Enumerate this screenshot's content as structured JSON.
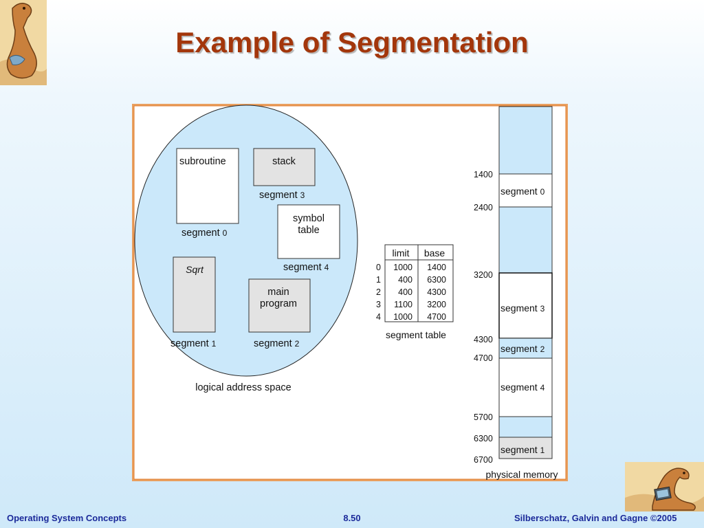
{
  "slide": {
    "title": "Example of Segmentation"
  },
  "logical": {
    "caption": "logical address space",
    "blocks": {
      "subroutine": {
        "name": "subroutine",
        "label": "segment",
        "num": "0"
      },
      "stack": {
        "name": "stack",
        "label": "segment",
        "num": "3"
      },
      "symbol": {
        "name1": "symbol",
        "name2": "table",
        "label": "segment",
        "num": "4"
      },
      "sqrt": {
        "name": "Sqrt",
        "label": "segment",
        "num": "1"
      },
      "main": {
        "name1": "main",
        "name2": "program",
        "label": "segment",
        "num": "2"
      }
    }
  },
  "segment_table": {
    "caption": "segment table",
    "headers": [
      "limit",
      "base"
    ],
    "rows": [
      {
        "index": "0",
        "limit": "1000",
        "base": "1400"
      },
      {
        "index": "1",
        "limit": "400",
        "base": "6300"
      },
      {
        "index": "2",
        "limit": "400",
        "base": "4300"
      },
      {
        "index": "3",
        "limit": "1100",
        "base": "3200"
      },
      {
        "index": "4",
        "limit": "1000",
        "base": "4700"
      }
    ]
  },
  "physical": {
    "caption": "physical memory",
    "addresses": [
      "1400",
      "2400",
      "3200",
      "4300",
      "4700",
      "5700",
      "6300",
      "6700"
    ],
    "segments": [
      {
        "label": "segment",
        "num": "0"
      },
      {
        "label": "segment",
        "num": "3"
      },
      {
        "label": "segment",
        "num": "2"
      },
      {
        "label": "segment",
        "num": "4"
      },
      {
        "label": "segment",
        "num": "1"
      }
    ]
  },
  "footer": {
    "left": "Operating System Concepts",
    "center": "8.50",
    "right": "Silberschatz, Galvin and Gagne ©2005"
  },
  "colors": {
    "title": "#a3360b",
    "frame": "#e07a2a",
    "light_blue": "#cbe8fa",
    "gray": "#e3e3e3",
    "footer": "#1b2a9a"
  }
}
